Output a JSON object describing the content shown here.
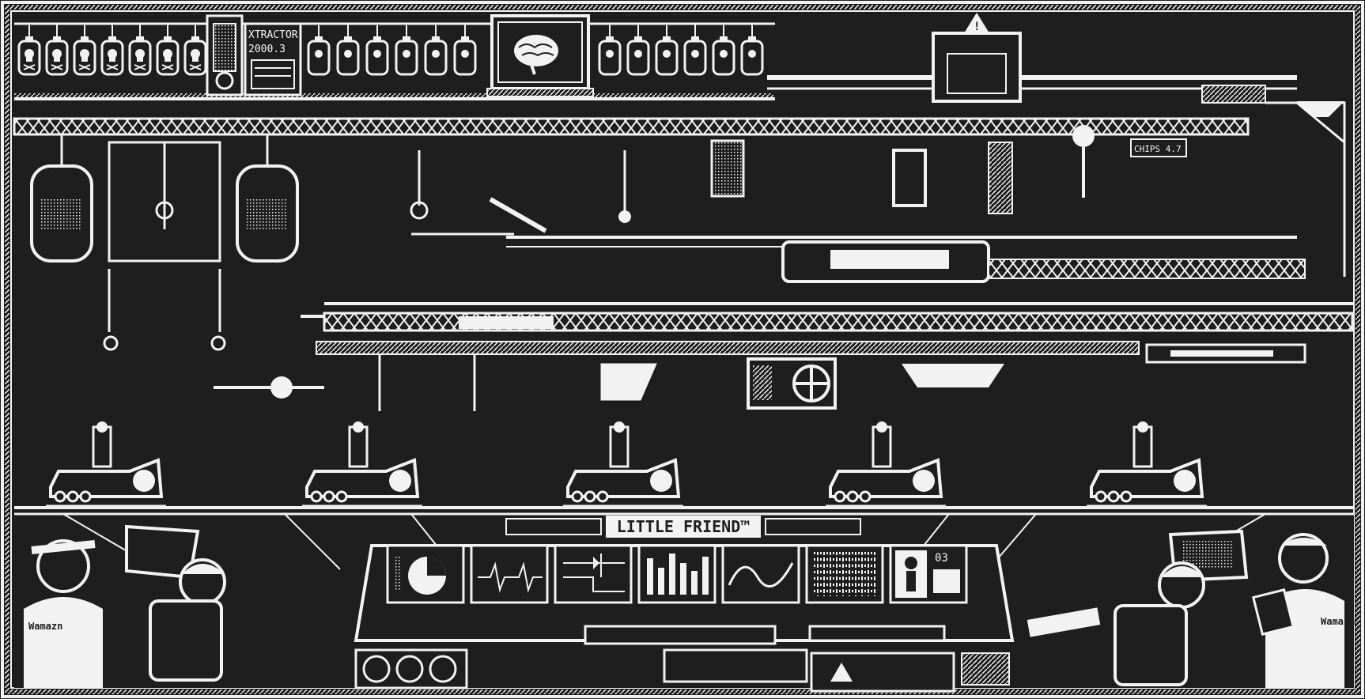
{
  "scene": {
    "title": "LITTLE FRIEND™",
    "extractor_label_line1": "XTRACTOR",
    "extractor_label_line2": "2000.3",
    "chips_label": "CHIPS 4.7",
    "monitor_counter": "03",
    "operator_shirt_label": "Wamazn",
    "colors": {
      "background": "#1e1e1e",
      "foreground": "#f2f2f2"
    },
    "icons": {
      "brain": "brain-icon",
      "skull": "skull-icon",
      "warning": "warning-triangle-icon",
      "fan": "fan-icon",
      "lightning": "lightning-icon"
    }
  }
}
